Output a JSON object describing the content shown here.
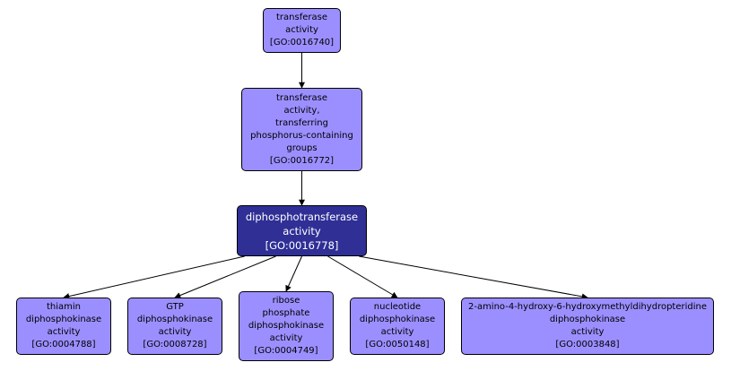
{
  "nodes": [
    {
      "id": "n1",
      "lines": [
        "transferase",
        "activity",
        "[GO:0016740]"
      ],
      "go_id": "GO:0016740",
      "focus": false
    },
    {
      "id": "n2",
      "lines": [
        "transferase",
        "activity,",
        "transferring",
        "phosphorus-containing",
        "groups",
        "[GO:0016772]"
      ],
      "go_id": "GO:0016772",
      "focus": false
    },
    {
      "id": "n3",
      "lines": [
        "diphosphotransferase",
        "activity",
        "[GO:0016778]"
      ],
      "go_id": "GO:0016778",
      "focus": true
    },
    {
      "id": "n4",
      "lines": [
        "thiamin",
        "diphosphokinase",
        "activity",
        "[GO:0004788]"
      ],
      "go_id": "GO:0004788",
      "focus": false
    },
    {
      "id": "n5",
      "lines": [
        "GTP",
        "diphosphokinase",
        "activity",
        "[GO:0008728]"
      ],
      "go_id": "GO:0008728",
      "focus": false
    },
    {
      "id": "n6",
      "lines": [
        "ribose",
        "phosphate",
        "diphosphokinase",
        "activity",
        "[GO:0004749]"
      ],
      "go_id": "GO:0004749",
      "focus": false
    },
    {
      "id": "n7",
      "lines": [
        "nucleotide",
        "diphosphokinase",
        "activity",
        "[GO:0050148]"
      ],
      "go_id": "GO:0050148",
      "focus": false
    },
    {
      "id": "n8",
      "lines": [
        "2-amino-4-hydroxy-6-hydroxymethyldihydropteridine",
        "diphosphokinase",
        "activity",
        "[GO:0003848]"
      ],
      "go_id": "GO:0003848",
      "focus": false
    }
  ],
  "edges": [
    {
      "from": "n1",
      "to": "n2"
    },
    {
      "from": "n2",
      "to": "n3"
    },
    {
      "from": "n3",
      "to": "n4"
    },
    {
      "from": "n3",
      "to": "n5"
    },
    {
      "from": "n3",
      "to": "n6"
    },
    {
      "from": "n3",
      "to": "n7"
    },
    {
      "from": "n3",
      "to": "n8"
    }
  ],
  "colors": {
    "node_fill": "#9b8fff",
    "focus_fill": "#2f2f96",
    "border": "#000000",
    "edge": "#000000"
  }
}
